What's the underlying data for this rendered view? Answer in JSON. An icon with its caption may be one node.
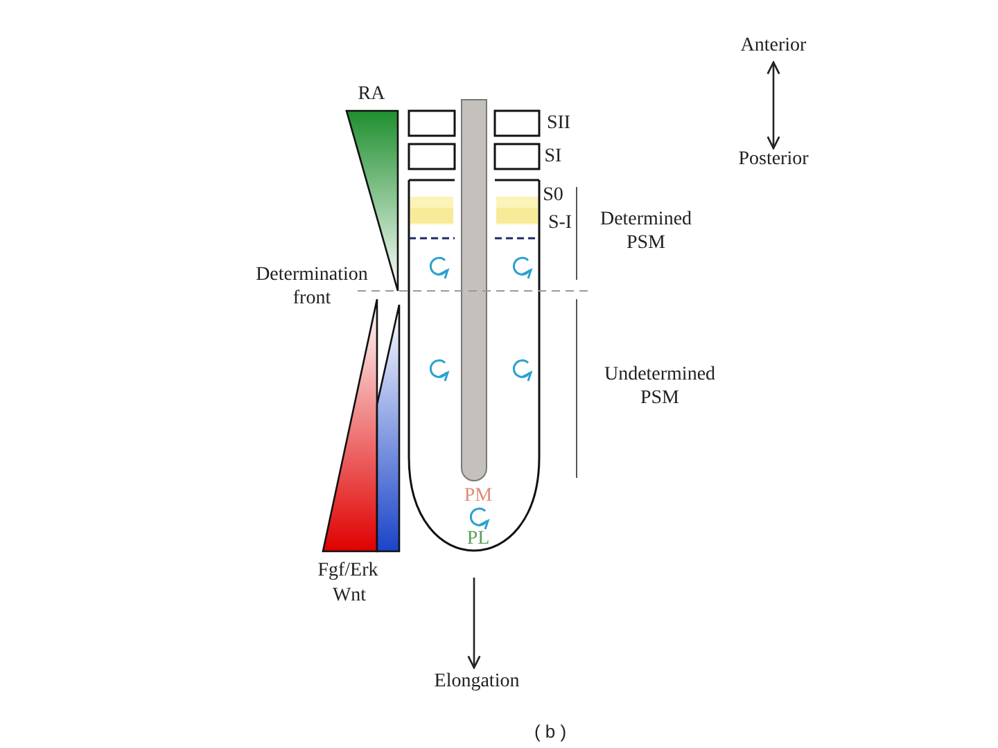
{
  "diagram": {
    "labels": [
      "Anterior",
      "RA",
      "SII",
      "SI",
      "Posterior",
      "S0",
      "S-I",
      "Determined PSM",
      "Determination front",
      "Undetermined PSM",
      "PM",
      "PL",
      "Fgf/Erk",
      "Wnt",
      "Elongation",
      "( b )"
    ]
  }
}
